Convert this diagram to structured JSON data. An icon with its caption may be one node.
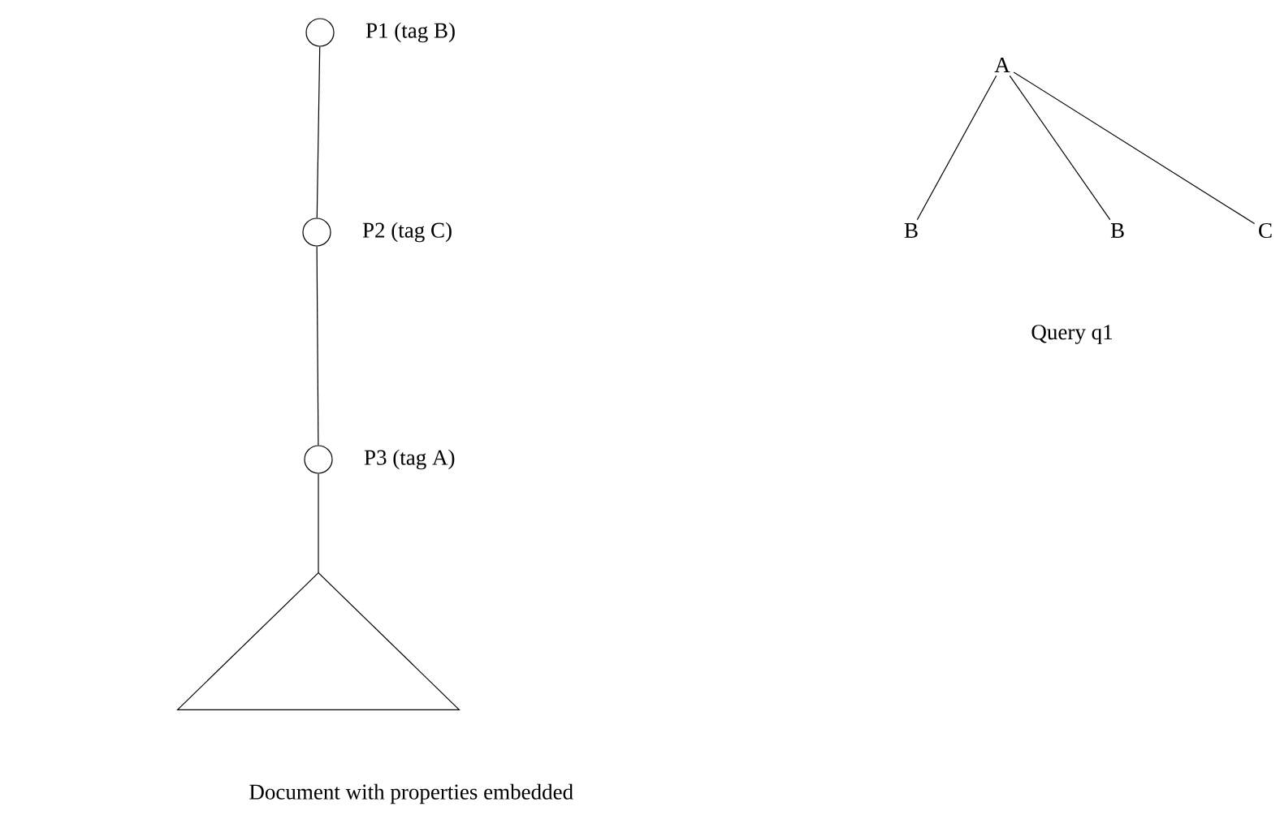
{
  "diagram": {
    "nodes": [
      {
        "text": [],
        "shape": "circle",
        "beside": [
          "P1 (tag B)"
        ]
      },
      {
        "text": [],
        "shape": "circle",
        "beside": [
          "P2 (tag C)"
        ]
      },
      {
        "text": [],
        "shape": "circle",
        "beside": [
          "P3 (tag A)"
        ]
      },
      {
        "text": [],
        "shape": "triangle"
      },
      {
        "text": [
          "A"
        ]
      },
      {
        "text": [
          "B"
        ]
      },
      {
        "text": [
          "B"
        ]
      },
      {
        "text": [
          "C"
        ]
      }
    ],
    "edges": [
      {
        "from": 0,
        "to": 1,
        "arrow": "none"
      },
      {
        "from": 1,
        "to": 2,
        "arrow": "none"
      },
      {
        "from": 2,
        "to": 3,
        "arrow": "none"
      },
      {
        "from": 4,
        "to": 5,
        "arrow": "none"
      },
      {
        "from": 4,
        "to": 6,
        "arrow": "none"
      },
      {
        "from": 4,
        "to": 7,
        "arrow": "none"
      }
    ],
    "labels": [
      "Query q1",
      "Document with properties embedded"
    ]
  }
}
